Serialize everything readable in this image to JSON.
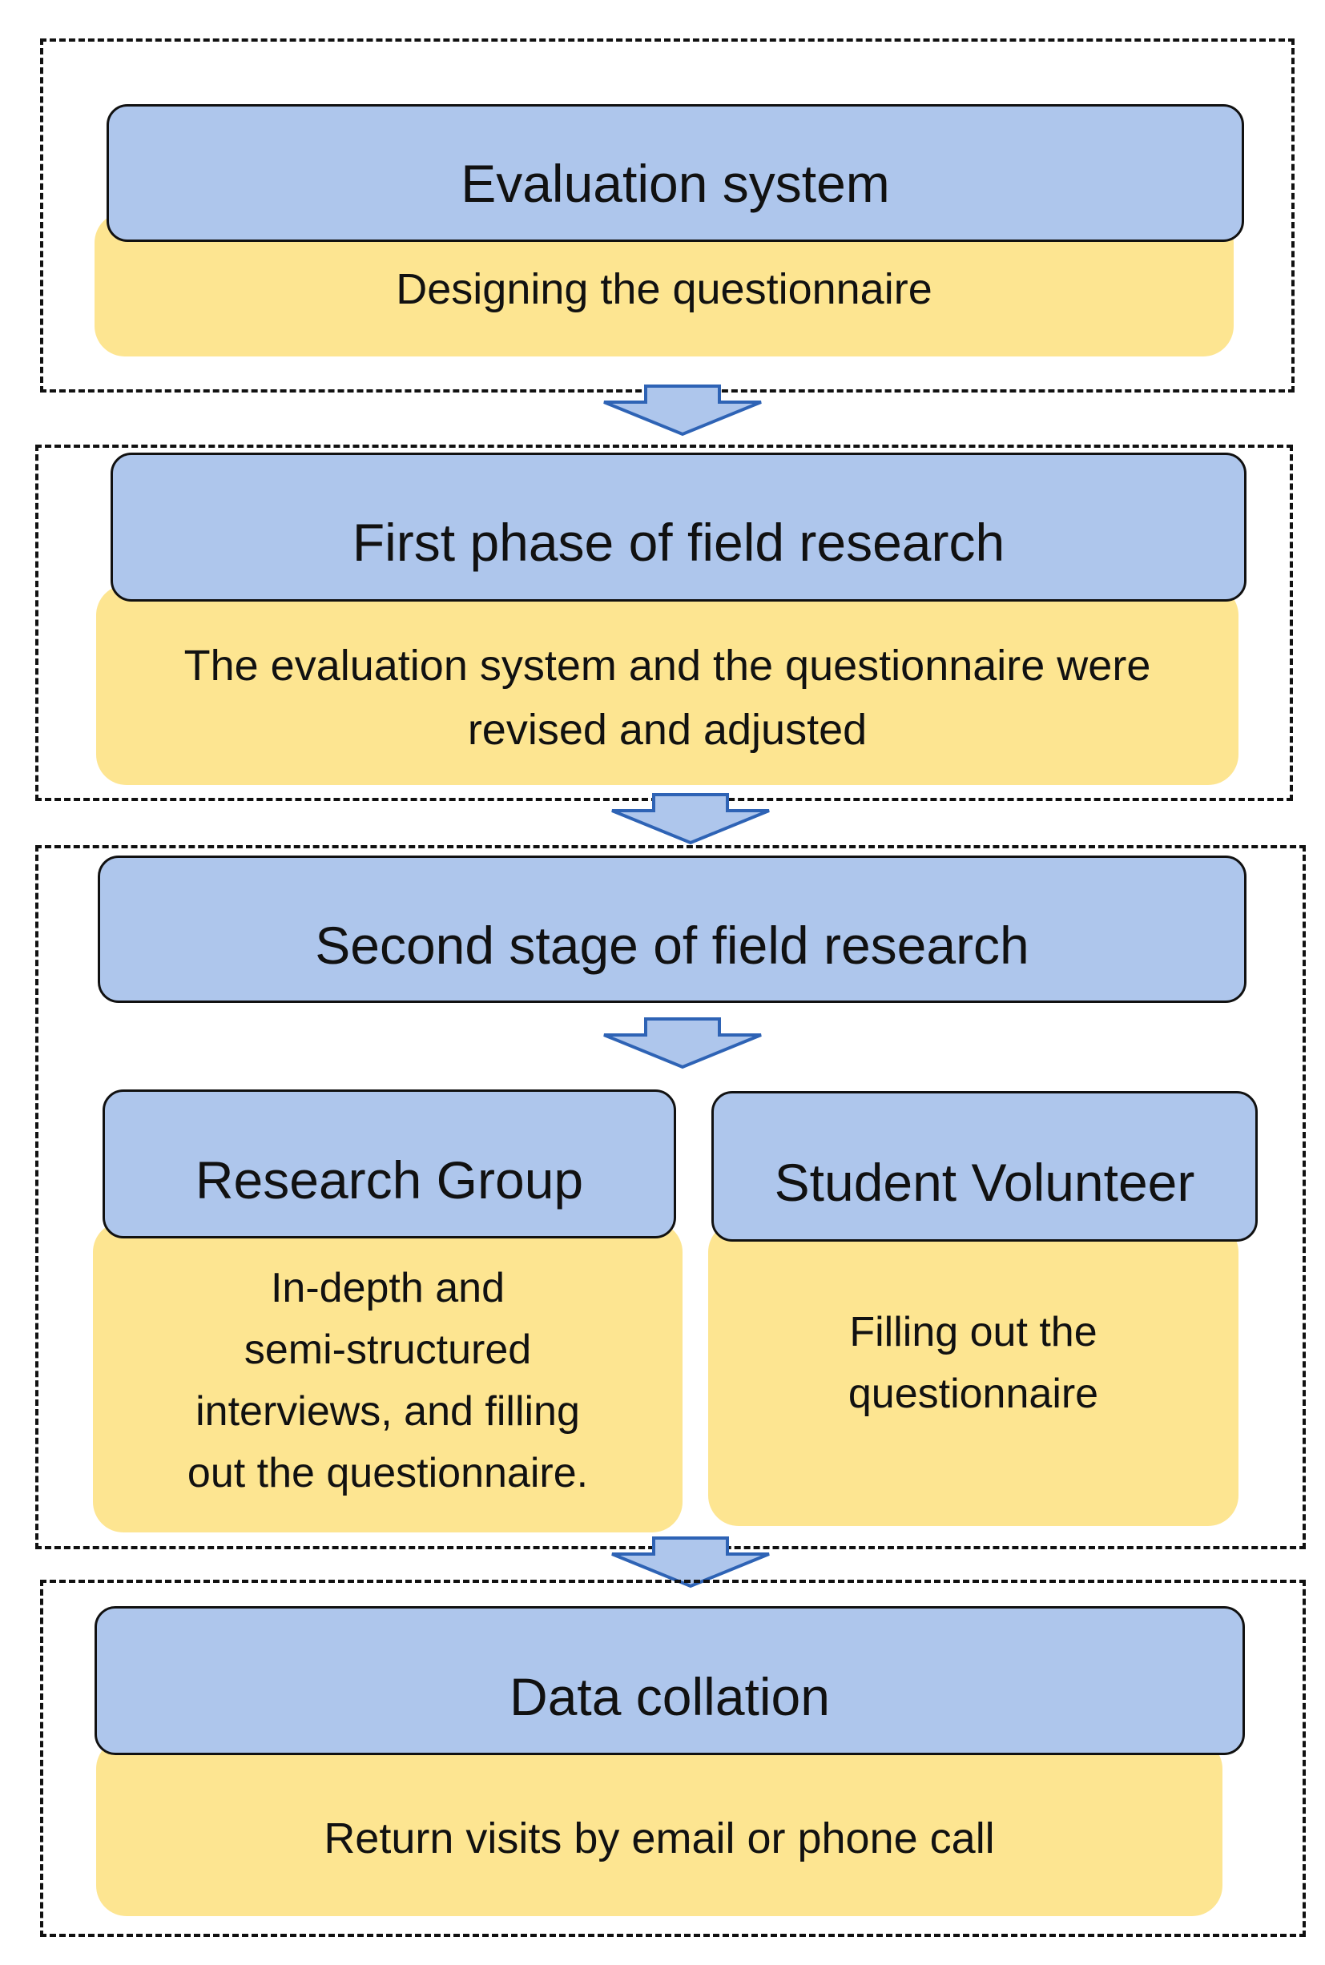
{
  "stages": [
    {
      "title": "Evaluation system",
      "detail": "Designing the questionnaire"
    },
    {
      "title": "First phase of field research",
      "detail": "The evaluation system and the questionnaire were\nrevised and adjusted"
    },
    {
      "title": "Second stage of field research",
      "branches": [
        {
          "title": "Research Group",
          "detail": "In-depth and\nsemi-structured\ninterviews, and filling\nout the questionnaire."
        },
        {
          "title": "Student Volunteer",
          "detail": "Filling out the\nquestionnaire"
        }
      ]
    },
    {
      "title": "Data collation",
      "detail": "Return visits by email or phone call"
    }
  ],
  "colors": {
    "title_box": "#aec6ec",
    "detail_box": "#fde591",
    "arrow_fill": "#aec6ec",
    "arrow_stroke": "#2e63b5",
    "border": "#111111"
  },
  "icons": {
    "flow_arrow": "down-arrow-icon"
  }
}
